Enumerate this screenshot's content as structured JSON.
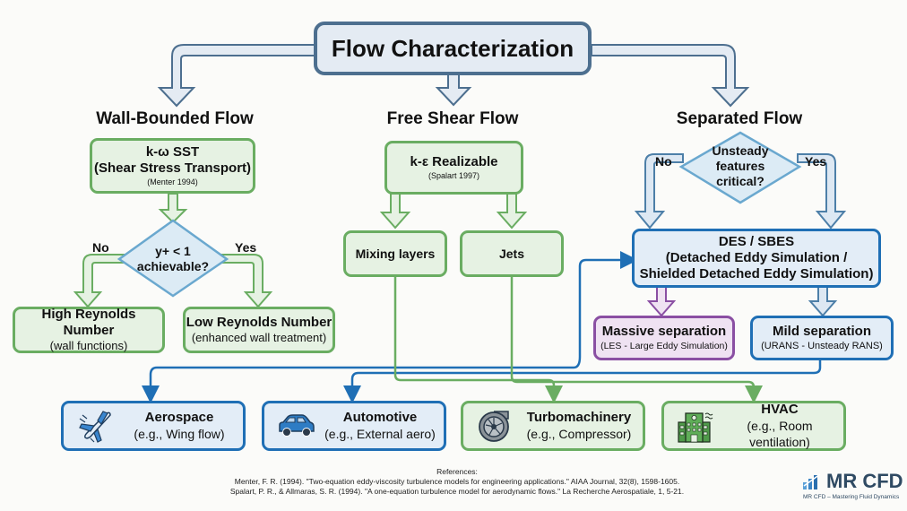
{
  "title": "Flow Characterization",
  "categories": {
    "wall": {
      "heading": "Wall-Bounded Flow",
      "model": {
        "name": "k-ω SST",
        "full": "(Shear Stress Transport)",
        "ref": "(Menter 1994)"
      },
      "decision": {
        "line1": "y+ < 1",
        "line2": "achievable?",
        "no": "No",
        "yes": "Yes"
      },
      "high_re": {
        "title": "High Reynolds Number",
        "sub": "(wall functions)"
      },
      "low_re": {
        "title": "Low Reynolds Number",
        "sub": "(enhanced wall treatment)"
      }
    },
    "free": {
      "heading": "Free Shear Flow",
      "model": {
        "name": "k-ε Realizable",
        "ref": "(Spalart 1997)"
      },
      "mixing": "Mixing layers",
      "jets": "Jets"
    },
    "separated": {
      "heading": "Separated Flow",
      "decision": {
        "line1": "Unsteady",
        "line2": "features",
        "line3": "critical?",
        "no": "No",
        "yes": "Yes"
      },
      "des": {
        "title": "DES / SBES",
        "line2": "(Detached Eddy Simulation /",
        "line3": "Shielded Detached Eddy Simulation)"
      },
      "massive": {
        "title": "Massive separation",
        "sub": "(LES - Large Eddy Simulation)"
      },
      "mild": {
        "title": "Mild separation",
        "sub": "(URANS - Unsteady RANS)"
      }
    }
  },
  "applications": [
    {
      "title": "Aerospace",
      "sub": "(e.g., Wing flow)",
      "icon": "airplane-icon"
    },
    {
      "title": "Automotive",
      "sub": "(e.g., External aero)",
      "icon": "car-icon"
    },
    {
      "title": "Turbomachinery",
      "sub": "(e.g., Compressor)",
      "icon": "turbine-icon"
    },
    {
      "title": "HVAC",
      "sub": "(e.g., Room ventilation)",
      "icon": "building-icon"
    }
  ],
  "references": {
    "heading": "References:",
    "items": [
      "Menter, F. R. (1994). \"Two-equation eddy-viscosity turbulence models for engineering applications.\" AIAA Journal, 32(8), 1598-1605.",
      "Spalart, P. R., & Allmaras, S. R. (1994). \"A one-equation turbulence model for aerodynamic flows.\" La Recherche Aerospatiale, 1, 5-21."
    ]
  },
  "logo": {
    "name": "MR CFD",
    "tagline": "MR CFD – Mastering Fluid Dynamics"
  },
  "colors": {
    "green": "#6aad62",
    "blue": "#1f6fb5",
    "purple": "#8a4fa3",
    "slate": "#4d6f8f"
  }
}
